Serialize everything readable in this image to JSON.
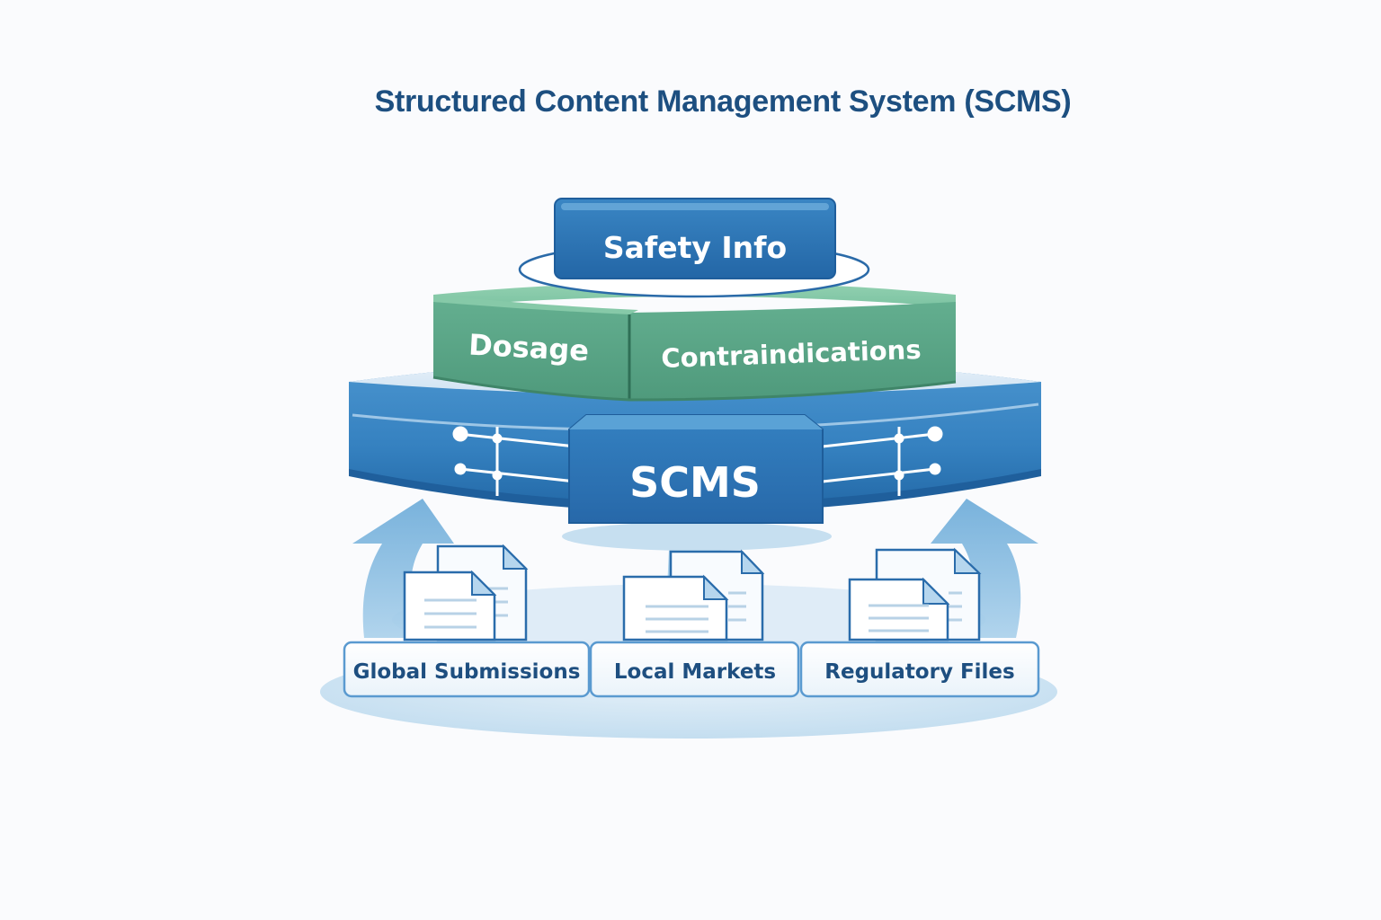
{
  "title": "Structured Content Management System (SCMS)",
  "layers": {
    "top": {
      "label": "Safety Info"
    },
    "middle": [
      {
        "label": "Dosage"
      },
      {
        "label": "Contraindications"
      }
    ],
    "core": {
      "label": "SCMS"
    }
  },
  "sources": [
    {
      "label": "Global Submissions",
      "icon": "document-stack-icon"
    },
    {
      "label": "Local Markets",
      "icon": "document-stack-icon"
    },
    {
      "label": "Regulatory Files",
      "icon": "document-stack-icon"
    }
  ],
  "colors": {
    "title": "#1d4f80",
    "safety_blue": "#2a72b2",
    "green_layer": "#5aa587",
    "core_blue": "#3a86c3",
    "scms_box": "#2a72b4",
    "arrow_blue": "#8cc0e2",
    "label_text": "#1e4f80"
  }
}
